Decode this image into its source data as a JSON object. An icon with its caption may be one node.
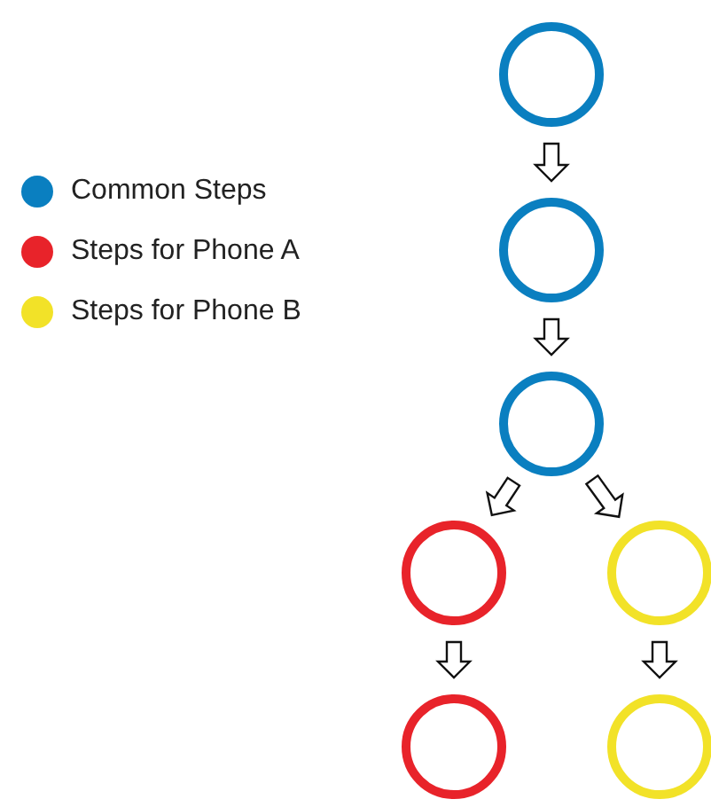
{
  "diagram": {
    "nodes": [
      {
        "text": [],
        "shape": "circle"
      },
      {
        "text": [],
        "shape": "circle"
      },
      {
        "text": [],
        "shape": "circle"
      },
      {
        "text": [],
        "shape": "circle"
      },
      {
        "text": [],
        "shape": "circle"
      },
      {
        "text": [],
        "shape": "circle"
      },
      {
        "text": [],
        "shape": "circle"
      }
    ],
    "edges": [
      {
        "from": 0,
        "to": 1,
        "arrow": "to"
      },
      {
        "from": 1,
        "to": 2,
        "arrow": "to"
      },
      {
        "from": 2,
        "to": 3,
        "arrow": "to"
      },
      {
        "from": 2,
        "to": 4,
        "arrow": "to"
      },
      {
        "from": 3,
        "to": 5,
        "arrow": "to"
      },
      {
        "from": 4,
        "to": 6,
        "arrow": "to"
      }
    ],
    "legend": [
      {
        "text": "Common Steps",
        "color": "#0a7fc0"
      },
      {
        "text": "Steps for Phone A",
        "color": "#e8232a"
      },
      {
        "text": "Steps for Phone B",
        "color": "#f2e228"
      }
    ]
  }
}
